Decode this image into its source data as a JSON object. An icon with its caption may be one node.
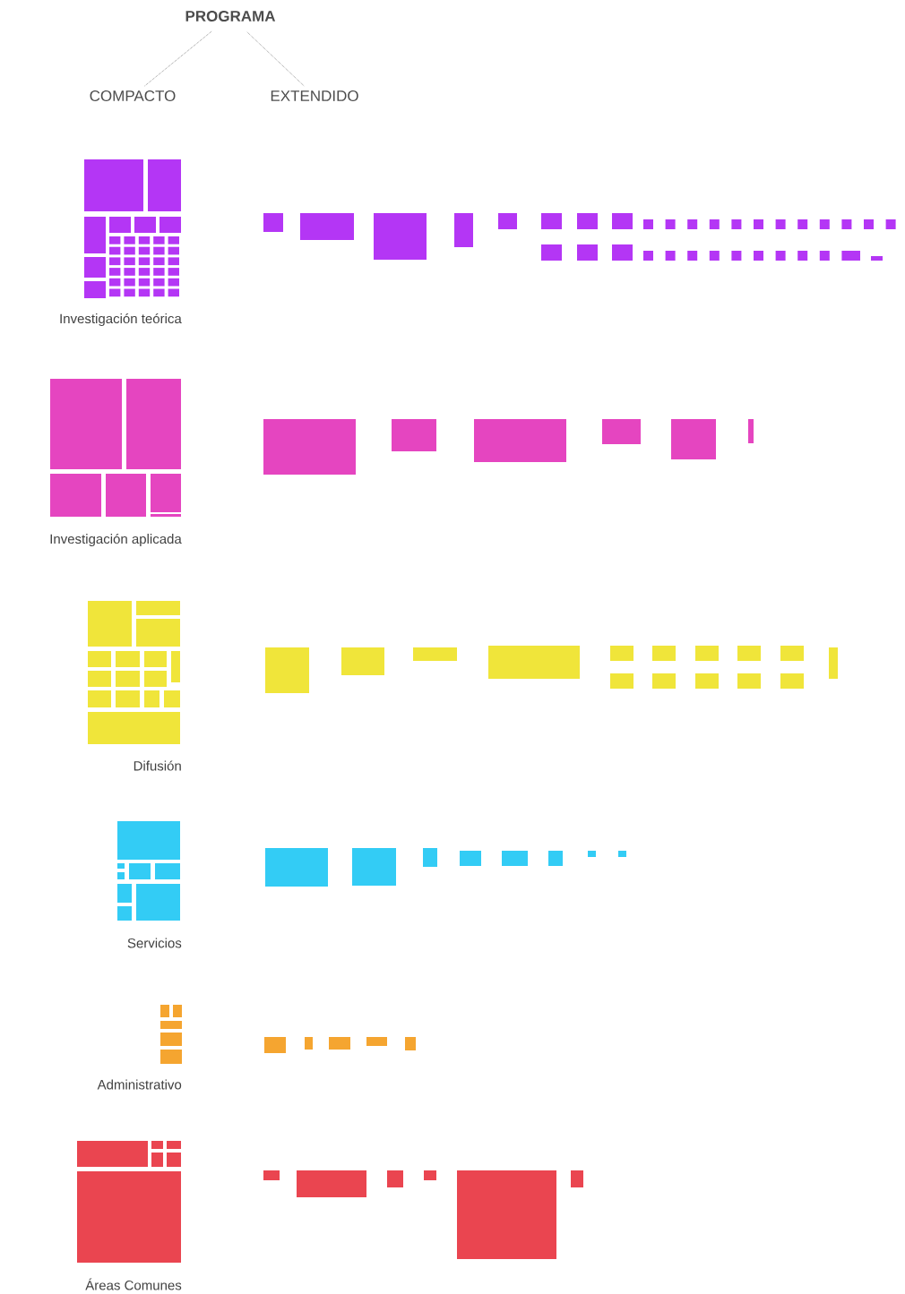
{
  "diagram": {
    "nodes": [
      {
        "text": [
          "PROGRAMA"
        ]
      },
      {
        "text": [
          "COMPACTO"
        ]
      },
      {
        "text": [
          "EXTENDIDO"
        ]
      }
    ],
    "edges": [
      {
        "from": 0,
        "to": 1,
        "arrow": "none",
        "style": "dashed"
      },
      {
        "from": 0,
        "to": 2,
        "arrow": "none",
        "style": "dashed"
      }
    ],
    "labels": [
      "Investigación teórica",
      "Investigación aplicada",
      "Difusión",
      "Servicios",
      "Administrativo",
      "Áreas Comunes"
    ]
  }
}
